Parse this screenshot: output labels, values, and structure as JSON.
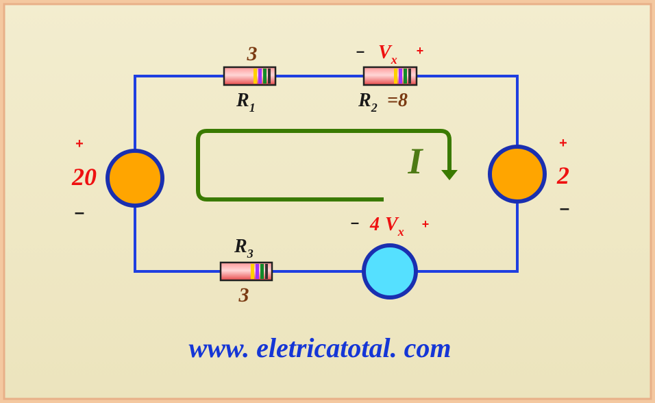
{
  "website": "www. eletricatotal. com",
  "resistors": {
    "r1": {
      "name_main": "R",
      "name_sub": "1",
      "value": "3"
    },
    "r2": {
      "name_main": "R",
      "name_sub": "2",
      "value": "=8"
    },
    "r3": {
      "name_main": "R",
      "name_sub": "3",
      "value": "3"
    }
  },
  "vx_label": {
    "main": "V",
    "sub": "x",
    "minus": "–",
    "plus": "+"
  },
  "source_left": {
    "value": "20",
    "plus": "+",
    "minus": "–"
  },
  "source_right": {
    "value": "2",
    "plus": "+",
    "minus": "–"
  },
  "dependent_source": {
    "coef": "4",
    "main": "V",
    "sub": "x",
    "minus": "–",
    "plus": "+"
  },
  "current_label": "I",
  "colors": {
    "wire": "#1f3fe0",
    "source_fill": "#ffa500",
    "dependent_fill": "#55e0ff",
    "source_border": "#1a2fb0",
    "arrow": "#3a7a00",
    "label_red": "#ee1111",
    "label_brown": "#7a3a12",
    "label_black": "#1a1a1a",
    "website": "#1536d6"
  }
}
